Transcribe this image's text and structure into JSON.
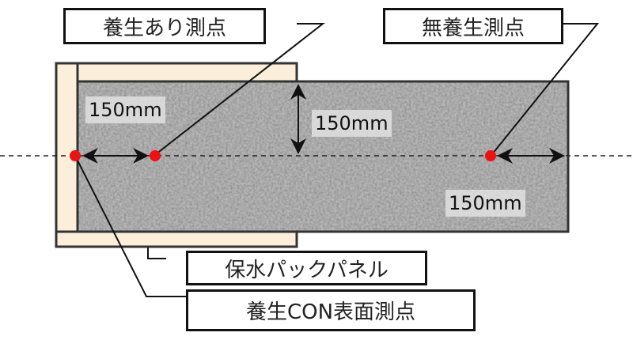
{
  "labels": {
    "cured_point": "養生あり測点",
    "uncured_point": "無養生測点",
    "panel": "保水パックパネル",
    "surface_point": "養生CON表面測点"
  },
  "dimensions": {
    "left": "150mm",
    "depth": "150mm",
    "right": "150mm"
  },
  "colors": {
    "panel": "#fbefd9",
    "point": "#ee1111",
    "concrete": "#9a9a9a"
  }
}
